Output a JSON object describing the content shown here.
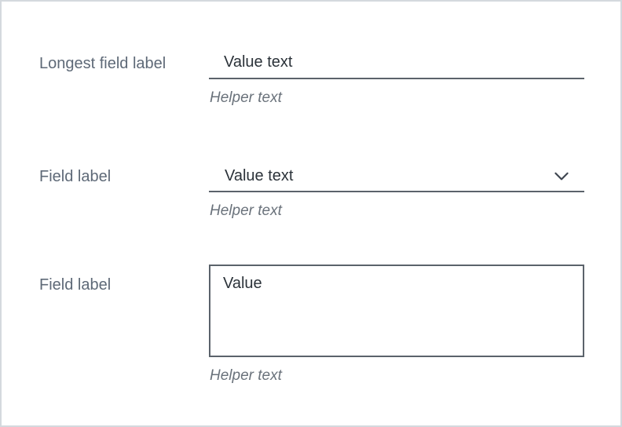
{
  "form": {
    "fields": [
      {
        "label": "Longest field label",
        "type": "text-input",
        "value": "Value text",
        "helper": "Helper text"
      },
      {
        "label": "Field label",
        "type": "select",
        "value": "Value text",
        "helper": "Helper text"
      },
      {
        "label": "Field label",
        "type": "textarea",
        "value": "Value",
        "helper": "Helper text"
      }
    ]
  },
  "icons": {
    "chevron_down": "chevron-down-icon"
  },
  "colors": {
    "outer_border": "#d4d9de",
    "label_text": "#5e6977",
    "value_text": "#2b3239",
    "helper_text": "#6a727b",
    "field_border": "#5b636b",
    "chevron": "#3e4650",
    "background": "#ffffff"
  }
}
